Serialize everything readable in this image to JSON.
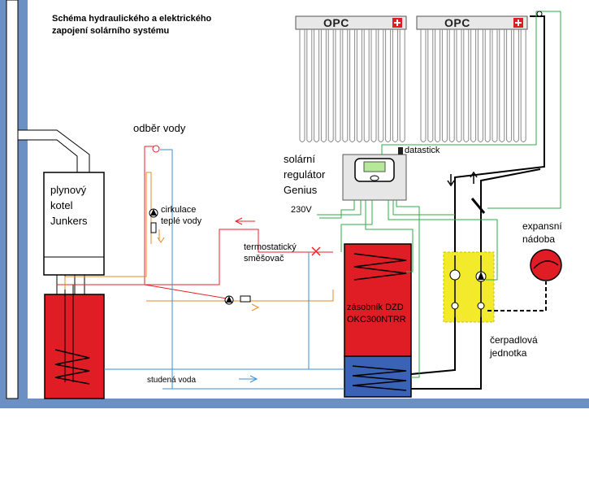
{
  "title_line1": "Schéma hydraulického a elektrického",
  "title_line2": "zapojení solárního systému",
  "labels": {
    "water_draw": "odběr vody",
    "boiler_l1": "plynový",
    "boiler_l2": "kotel",
    "boiler_l3": "Junkers",
    "circulation_l1": "cirkulace",
    "circulation_l2": "teplé vody",
    "regulator_l1": "solární",
    "regulator_l2": "regulátor",
    "regulator_l3": "Genius",
    "datastick": "datastick",
    "voltage": "230V",
    "mixer_l1": "termostatický",
    "mixer_l2": "směšovač",
    "tank_l1": "zásobník DZD",
    "tank_l2": "OKC300NTRR",
    "cold_water": "studená voda",
    "pump_unit_l1": "čerpadlová",
    "pump_unit_l2": "jednotka",
    "expansion_l1": "expansní",
    "expansion_l2": "nádoba"
  },
  "collector_brand": "OPC",
  "colors": {
    "hot": "#e8202a",
    "cold": "#3a8fd8",
    "orange": "#e88a1c",
    "signal": "#2fae4a",
    "solar": "#000000",
    "ground": "#6c8fc4",
    "tank_red": "#e01c24",
    "tank_blue": "#3a63b8",
    "pump_unit": "#f2ea2a"
  }
}
